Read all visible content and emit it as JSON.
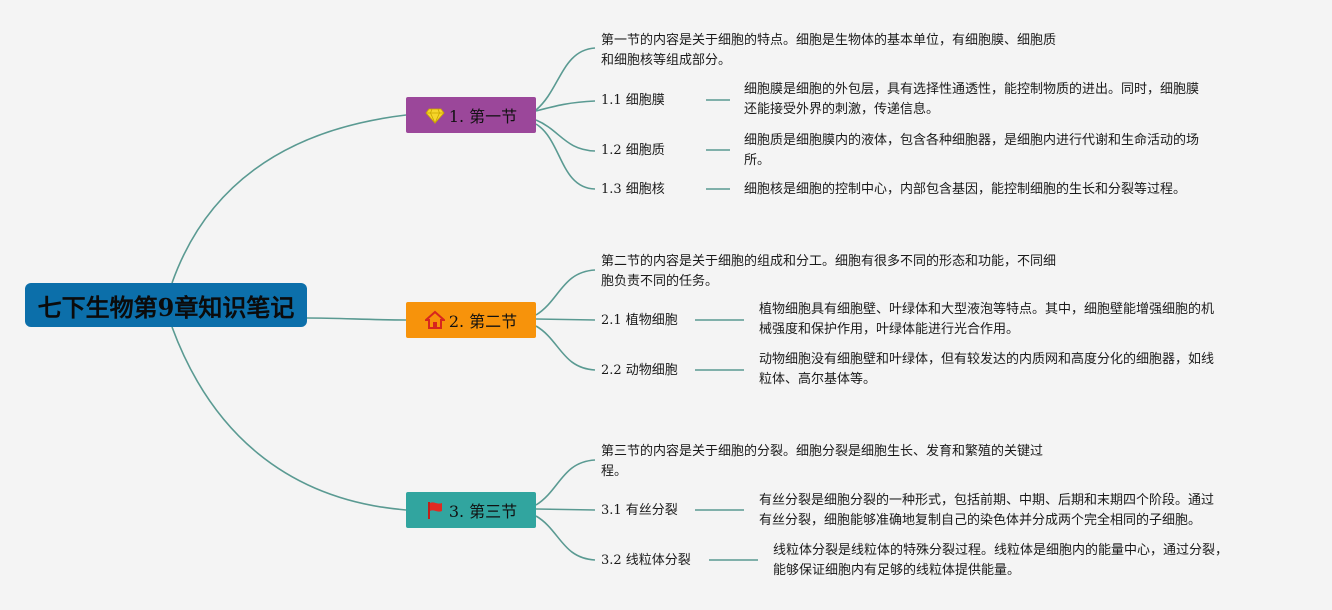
{
  "root": {
    "title": "七下生物第9章知识笔记"
  },
  "sections": [
    {
      "label": "1. 第一节",
      "icon": "diamond-icon",
      "color": "#9b479a",
      "summary_lines": [
        "第一节的内容是关于细胞的特点。细胞是生物体的基本单位，有细胞膜、细胞质",
        "和细胞核等组成部分。"
      ],
      "items": [
        {
          "label": "1.1 细胞膜",
          "detail_lines": [
            "细胞膜是细胞的外包层，具有选择性通透性，能控制物质的进出。同时，细胞膜",
            "还能接受外界的刺激，传递信息。"
          ]
        },
        {
          "label": "1.2 细胞质",
          "detail_lines": [
            "细胞质是细胞膜内的液体，包含各种细胞器，是细胞内进行代谢和生命活动的场",
            "所。"
          ]
        },
        {
          "label": "1.3 细胞核",
          "detail_lines": [
            "细胞核是细胞的控制中心，内部包含基因，能控制细胞的生长和分裂等过程。"
          ]
        }
      ]
    },
    {
      "label": "2. 第二节",
      "icon": "home-icon",
      "color": "#f7930b",
      "summary_lines": [
        "第二节的内容是关于细胞的组成和分工。细胞有很多不同的形态和功能，不同细",
        "胞负责不同的任务。"
      ],
      "items": [
        {
          "label": "2.1 植物细胞",
          "detail_lines": [
            "植物细胞具有细胞壁、叶绿体和大型液泡等特点。其中，细胞壁能增强细胞的机",
            "械强度和保护作用，叶绿体能进行光合作用。"
          ]
        },
        {
          "label": "2.2 动物细胞",
          "detail_lines": [
            "动物细胞没有细胞壁和叶绿体，但有较发达的内质网和高度分化的细胞器，如线",
            "粒体、高尔基体等。"
          ]
        }
      ]
    },
    {
      "label": "3. 第三节",
      "icon": "flag-icon",
      "color": "#31a59f",
      "summary_lines": [
        "第三节的内容是关于细胞的分裂。细胞分裂是细胞生长、发育和繁殖的关键过",
        "程。"
      ],
      "items": [
        {
          "label": "3.1 有丝分裂",
          "detail_lines": [
            "有丝分裂是细胞分裂的一种形式，包括前期、中期、后期和末期四个阶段。通过",
            "有丝分裂，细胞能够准确地复制自己的染色体并分成两个完全相同的子细胞。"
          ]
        },
        {
          "label": "3.2 线粒体分裂",
          "detail_lines": [
            "线粒体分裂是线粒体的特殊分裂过程。线粒体是细胞内的能量中心，通过分裂，",
            "能够保证细胞内有足够的线粒体提供能量。"
          ]
        }
      ]
    }
  ]
}
